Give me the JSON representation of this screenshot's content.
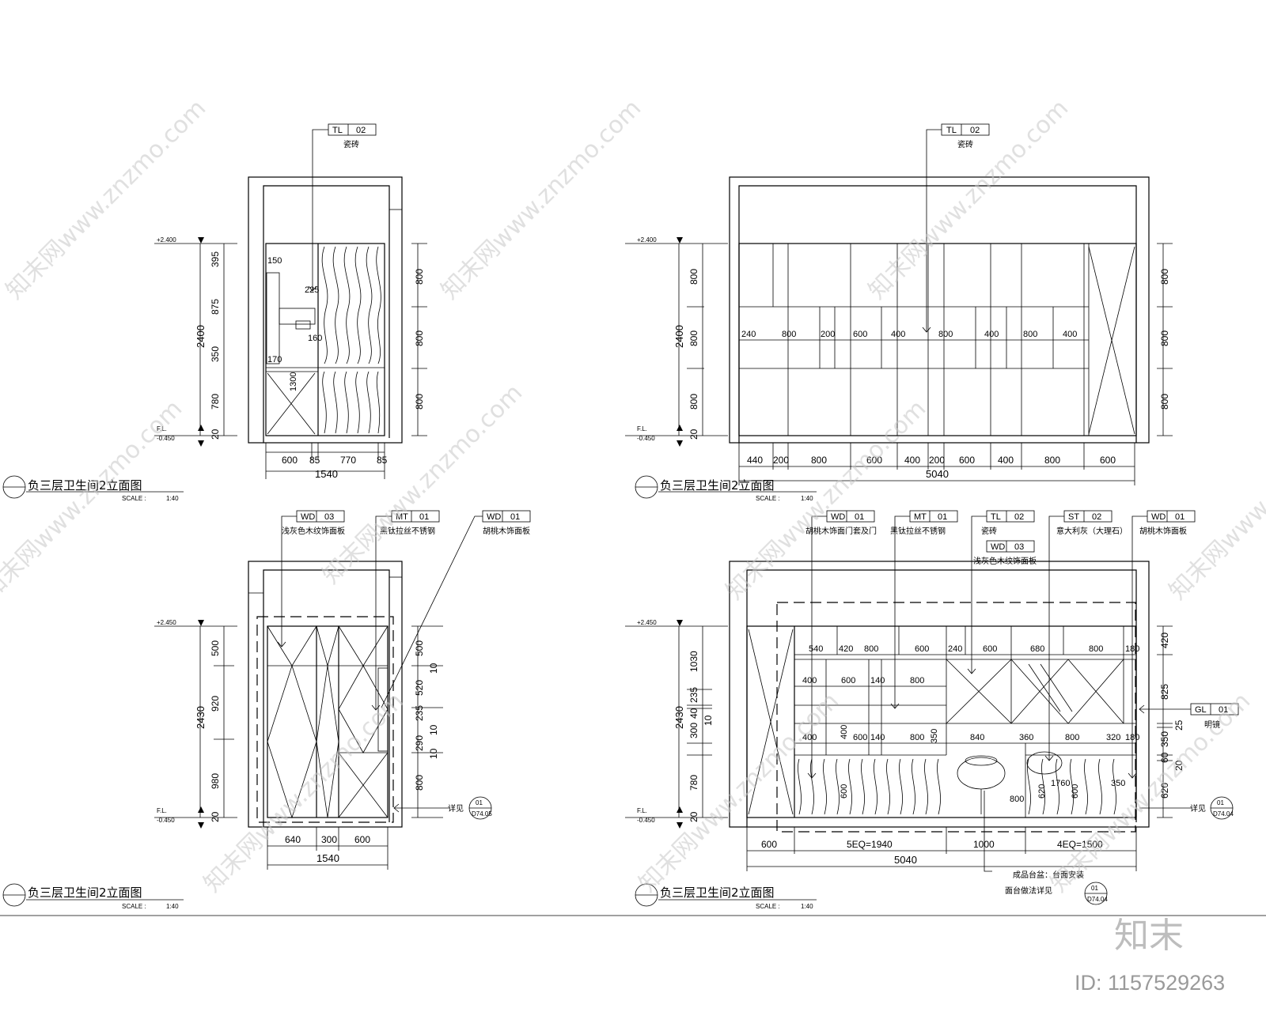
{
  "views": [
    {
      "title": "负三层卫生间2立面图",
      "scale_label": "SCALE :",
      "scale_value": "1:40",
      "level_top": "+2.400",
      "level_bottom_label": "F.L.",
      "level_bottom": "-0.450",
      "tags": [
        {
          "code": "TL",
          "num": "02",
          "desc": "瓷砖"
        }
      ],
      "dims_left": [
        "395",
        "875",
        "350",
        "780",
        "20"
      ],
      "dim_total_left": "2400",
      "dims_right": [
        "800",
        "800",
        "800"
      ],
      "dims_bottom": [
        "600",
        "85",
        "770",
        "85"
      ],
      "dim_total_bottom": "1540",
      "inner_dims": [
        "150",
        "225",
        "160",
        "170",
        "1300"
      ]
    },
    {
      "title": "负三层卫生间2立面图",
      "scale_label": "SCALE :",
      "scale_value": "1:40",
      "level_top": "+2.400",
      "level_bottom_label": "F.L.",
      "level_bottom": "-0.450",
      "tags": [
        {
          "code": "TL",
          "num": "02",
          "desc": "瓷砖"
        }
      ],
      "dims_left": [
        "800",
        "800",
        "800",
        "20"
      ],
      "dim_total_left": "2400",
      "dims_right": [
        "800",
        "800",
        "800"
      ],
      "dims_bottom": [
        "440",
        "200",
        "800",
        "600",
        "400",
        "200",
        "600",
        "400",
        "800",
        "600"
      ],
      "dim_total_bottom": "5040",
      "inner_dims": [
        "240",
        "800",
        "200",
        "600",
        "400",
        "800",
        "400",
        "800",
        "400"
      ]
    },
    {
      "title": "负三层卫生间2立面图",
      "scale_label": "SCALE :",
      "scale_value": "1:40",
      "level_top": "+2.450",
      "level_bottom_label": "F.L.",
      "level_bottom": "-0.450",
      "tags": [
        {
          "code": "WD",
          "num": "03",
          "desc": "浅灰色木纹饰面板"
        },
        {
          "code": "MT",
          "num": "01",
          "desc": "黑钛拉丝不锈钢"
        },
        {
          "code": "WD",
          "num": "01",
          "desc": "胡桃木饰面板"
        }
      ],
      "dims_left": [
        "500",
        "920",
        "980",
        "20"
      ],
      "dim_total_left": "2430",
      "dims_right": [
        "500",
        "10",
        "520",
        "235",
        "10",
        "290",
        "10",
        "800"
      ],
      "dims_bottom": [
        "640",
        "300",
        "600"
      ],
      "dim_total_bottom": "1540",
      "detail_label": "详见",
      "detail_num": "01",
      "detail_sheet": "D74.05"
    },
    {
      "title": "负三层卫生间2立面图",
      "scale_label": "SCALE :",
      "scale_value": "1:40",
      "level_top": "+2.450",
      "level_bottom_label": "F.L.",
      "level_bottom": "-0.450",
      "tags": [
        {
          "code": "WD",
          "num": "01",
          "desc": "胡桃木饰面门套及门"
        },
        {
          "code": "MT",
          "num": "01",
          "desc": "黑钛拉丝不锈钢"
        },
        {
          "code": "TL",
          "num": "02",
          "desc": "瓷砖"
        },
        {
          "code": "WD",
          "num": "03",
          "desc": "浅灰色木纹饰面板"
        },
        {
          "code": "ST",
          "num": "02",
          "desc": "意大利灰（大理石）"
        },
        {
          "code": "WD",
          "num": "01",
          "desc": "胡桃木饰面板"
        },
        {
          "code": "GL",
          "num": "01",
          "desc": "明镜"
        }
      ],
      "dims_left": [
        "1030",
        "235",
        "40",
        "300",
        "10",
        "780",
        "20"
      ],
      "dim_total_left": "2430",
      "dims_right": [
        "420",
        "825",
        "25",
        "350",
        "60",
        "20",
        "620"
      ],
      "dims_bottom": [
        "600",
        "5EQ=1940",
        "1000",
        "4EQ=1500"
      ],
      "dim_total_bottom": "5040",
      "inner_top": [
        "540",
        "420",
        "800",
        "600",
        "240",
        "600",
        "680",
        "800",
        "180"
      ],
      "inner_mid": [
        "400",
        "600",
        "140",
        "800"
      ],
      "inner_low": [
        "400",
        "400",
        "600",
        "140",
        "800",
        "350",
        "840",
        "360",
        "800",
        "320",
        "180"
      ],
      "inner_bottom": [
        "600",
        "800",
        "600",
        "1760",
        "350",
        "620"
      ],
      "note_1": "成品台盆：台面安装",
      "note_2": "面台做法详见",
      "detail_label": "详见",
      "detail_num": "01",
      "detail_sheet": "D74.04"
    }
  ],
  "watermark": "知末网www.znzmo.com",
  "logo": "知末",
  "id_text": "ID: 1157529263"
}
